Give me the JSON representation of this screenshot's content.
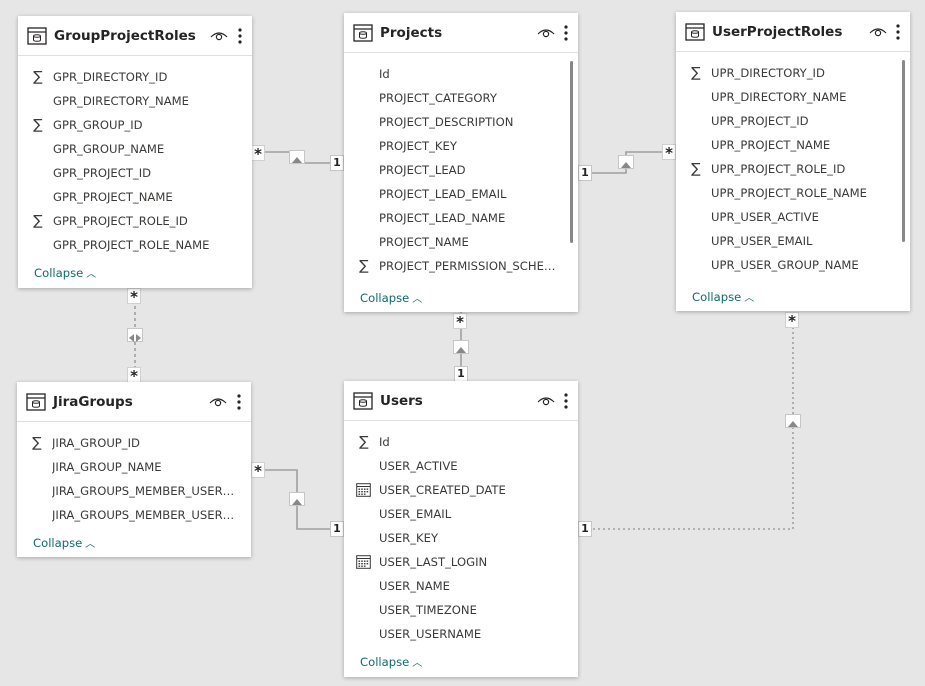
{
  "tables": {
    "group_project_roles": {
      "title": "GroupProjectRoles",
      "collapse_label": "Collapse",
      "fields": [
        {
          "name": "GPR_DIRECTORY_ID",
          "icon": "sigma"
        },
        {
          "name": "GPR_DIRECTORY_NAME",
          "icon": ""
        },
        {
          "name": "GPR_GROUP_ID",
          "icon": "sigma"
        },
        {
          "name": "GPR_GROUP_NAME",
          "icon": ""
        },
        {
          "name": "GPR_PROJECT_ID",
          "icon": ""
        },
        {
          "name": "GPR_PROJECT_NAME",
          "icon": ""
        },
        {
          "name": "GPR_PROJECT_ROLE_ID",
          "icon": "sigma"
        },
        {
          "name": "GPR_PROJECT_ROLE_NAME",
          "icon": ""
        }
      ]
    },
    "projects": {
      "title": "Projects",
      "collapse_label": "Collapse",
      "fields": [
        {
          "name": "Id",
          "icon": ""
        },
        {
          "name": "PROJECT_CATEGORY",
          "icon": ""
        },
        {
          "name": "PROJECT_DESCRIPTION",
          "icon": ""
        },
        {
          "name": "PROJECT_KEY",
          "icon": ""
        },
        {
          "name": "PROJECT_LEAD",
          "icon": ""
        },
        {
          "name": "PROJECT_LEAD_EMAIL",
          "icon": ""
        },
        {
          "name": "PROJECT_LEAD_NAME",
          "icon": ""
        },
        {
          "name": "PROJECT_NAME",
          "icon": ""
        },
        {
          "name": "PROJECT_PERMISSION_SCHEM...",
          "icon": "sigma"
        }
      ]
    },
    "user_project_roles": {
      "title": "UserProjectRoles",
      "collapse_label": "Collapse",
      "fields": [
        {
          "name": "UPR_DIRECTORY_ID",
          "icon": "sigma"
        },
        {
          "name": "UPR_DIRECTORY_NAME",
          "icon": ""
        },
        {
          "name": "UPR_PROJECT_ID",
          "icon": ""
        },
        {
          "name": "UPR_PROJECT_NAME",
          "icon": ""
        },
        {
          "name": "UPR_PROJECT_ROLE_ID",
          "icon": "sigma"
        },
        {
          "name": "UPR_PROJECT_ROLE_NAME",
          "icon": ""
        },
        {
          "name": "UPR_USER_ACTIVE",
          "icon": ""
        },
        {
          "name": "UPR_USER_EMAIL",
          "icon": ""
        },
        {
          "name": "UPR_USER_GROUP_NAME",
          "icon": ""
        }
      ]
    },
    "jira_groups": {
      "title": "JiraGroups",
      "collapse_label": "Collapse",
      "fields": [
        {
          "name": "JIRA_GROUP_ID",
          "icon": "sigma"
        },
        {
          "name": "JIRA_GROUP_NAME",
          "icon": ""
        },
        {
          "name": "JIRA_GROUPS_MEMBER_USER_...",
          "icon": ""
        },
        {
          "name": "JIRA_GROUPS_MEMBER_USER_...",
          "icon": ""
        }
      ]
    },
    "users": {
      "title": "Users",
      "collapse_label": "Collapse",
      "fields": [
        {
          "name": "Id",
          "icon": "sigma"
        },
        {
          "name": "USER_ACTIVE",
          "icon": ""
        },
        {
          "name": "USER_CREATED_DATE",
          "icon": "calendar"
        },
        {
          "name": "USER_EMAIL",
          "icon": ""
        },
        {
          "name": "USER_KEY",
          "icon": ""
        },
        {
          "name": "USER_LAST_LOGIN",
          "icon": "calendar"
        },
        {
          "name": "USER_NAME",
          "icon": ""
        },
        {
          "name": "USER_TIMEZONE",
          "icon": ""
        },
        {
          "name": "USER_USERNAME",
          "icon": ""
        }
      ]
    }
  },
  "relationships": {
    "many_label": "*",
    "one_label": "1"
  },
  "colors": {
    "canvas": "#e6e6e6",
    "card": "#ffffff",
    "link": "#0f6c6c",
    "line": "#a19f9d"
  }
}
